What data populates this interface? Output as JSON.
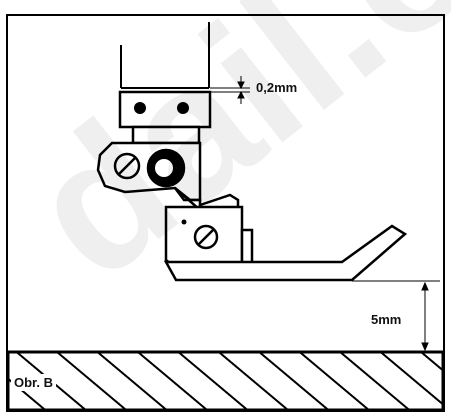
{
  "labels": {
    "gap": "0,2mm",
    "height": "5mm",
    "figure": "Obr. B"
  },
  "watermark": "dail.cz",
  "colors": {
    "ink": "#000000",
    "paper": "#ffffff"
  }
}
